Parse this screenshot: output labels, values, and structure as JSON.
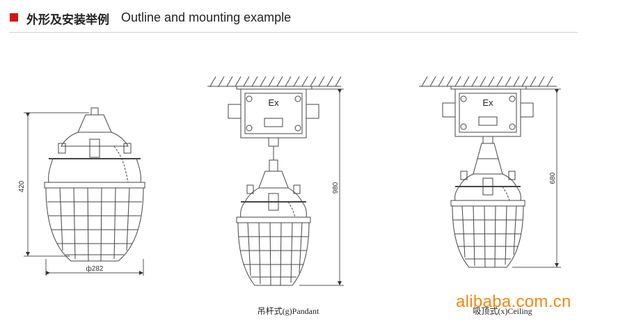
{
  "header": {
    "title_zh": "外形及安装举例",
    "title_en": "Outline and mounting example",
    "accent_color": "#d7140f"
  },
  "figures": {
    "left": {
      "height_label": "420",
      "width_label": "ф282"
    },
    "middle": {
      "height_label": "980",
      "junction_box_label": "Ex",
      "caption": "吊杆式(g)Pandant"
    },
    "right": {
      "height_label": "680",
      "junction_box_label": "Ex",
      "caption": "吸顶式(x)Ceiling"
    }
  },
  "watermark": {
    "text": "alibaba.com.cn",
    "color": "#f28a12"
  }
}
